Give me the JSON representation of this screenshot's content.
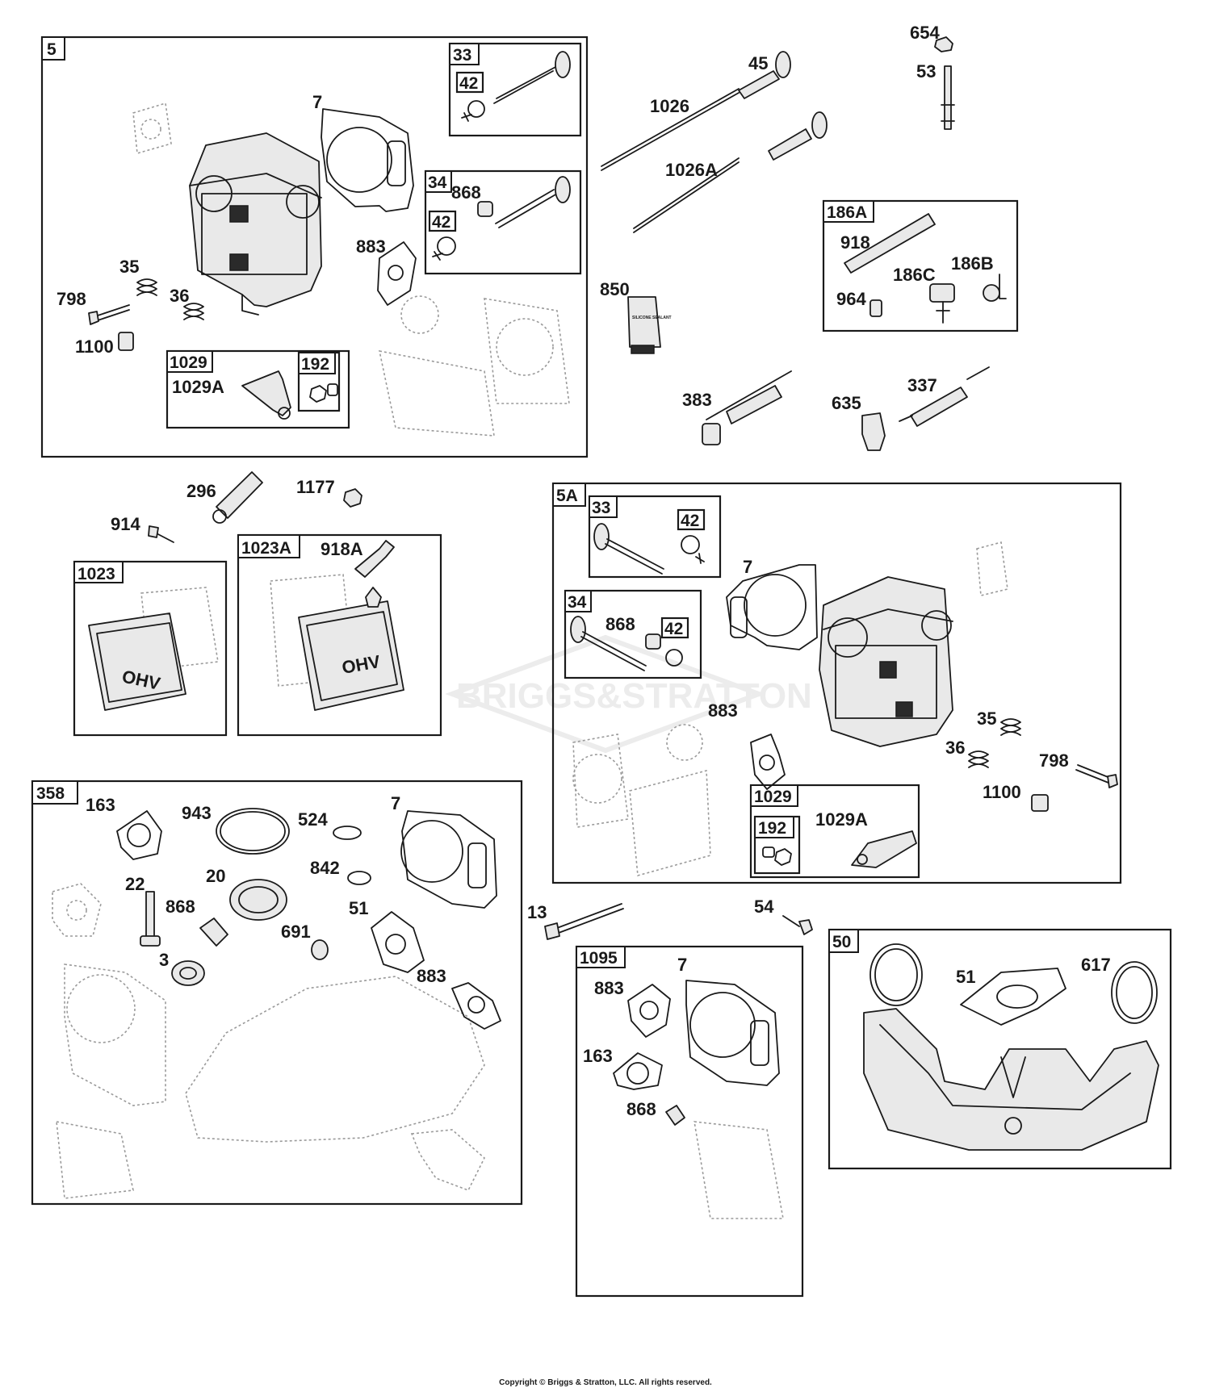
{
  "groups": {
    "g5": {
      "tag": "5"
    },
    "g33a": {
      "tag": "33"
    },
    "g42a": {
      "tag": "42"
    },
    "g34a": {
      "tag": "34"
    },
    "g42b": {
      "tag": "42"
    },
    "g1029a": {
      "tag": "1029"
    },
    "g192a": {
      "tag": "192"
    },
    "g186A": {
      "tag": "186A"
    },
    "g1023": {
      "tag": "1023"
    },
    "g1023A": {
      "tag": "1023A"
    },
    "g5A": {
      "tag": "5A"
    },
    "g33b": {
      "tag": "33"
    },
    "g42c": {
      "tag": "42"
    },
    "g34b": {
      "tag": "34"
    },
    "g42d": {
      "tag": "42"
    },
    "g1029b": {
      "tag": "1029"
    },
    "g192b": {
      "tag": "192"
    },
    "g358": {
      "tag": "358"
    },
    "g1095": {
      "tag": "1095"
    },
    "g50": {
      "tag": "50"
    }
  },
  "labels": {
    "p7a": "7",
    "p883a": "883",
    "p35a": "35",
    "p36a": "36",
    "p798a": "798",
    "p1100a": "1100",
    "p868a": "868",
    "p1029Aa": "1029A",
    "p45": "45",
    "p1026": "1026",
    "p1026A": "1026A",
    "p654": "654",
    "p53": "53",
    "p918": "918",
    "p186C": "186C",
    "p186B": "186B",
    "p964": "964",
    "p850": "850",
    "p383": "383",
    "p635": "635",
    "p337": "337",
    "p296": "296",
    "p1177": "1177",
    "p914": "914",
    "p918A": "918A",
    "p7b": "7",
    "p868b": "868",
    "p883b": "883",
    "p35b": "35",
    "p36b": "36",
    "p798b": "798",
    "p1100b": "1100",
    "p1029Ab": "1029A",
    "p163a": "163",
    "p943": "943",
    "p524": "524",
    "p7c": "7",
    "p842": "842",
    "p20": "20",
    "p22": "22",
    "p868c": "868",
    "p51a": "51",
    "p691": "691",
    "p3": "3",
    "p883c": "883",
    "p13": "13",
    "p54": "54",
    "p7d": "7",
    "p883d": "883",
    "p163b": "163",
    "p868d": "868",
    "p51b": "51",
    "p617": "617"
  },
  "sealant_text": "SILICONE SEALANT",
  "cover_text": "OHV",
  "watermark": "BRIGGS&STRATTON",
  "copyright": "Copyright © Briggs & Stratton, LLC. All rights reserved."
}
